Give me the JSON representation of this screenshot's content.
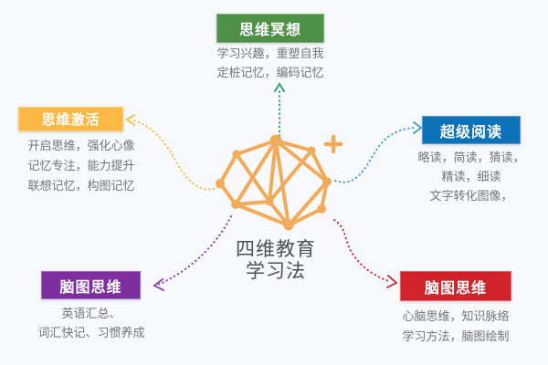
{
  "background": "#f8f9fc",
  "diagram": {
    "title": {
      "line1": "四维教育",
      "line2": "学习法",
      "color": "#4a505a"
    },
    "center_icon": {
      "name": "brain-network",
      "color": "#f2ab59",
      "plus_color": "#f2ab59"
    }
  },
  "nodes": [
    {
      "id": "meditation",
      "position": "top",
      "label": "思维冥想",
      "color": "#4f9048",
      "arrow_color": "#2ba36e",
      "desc": [
        "学习兴趣，重塑自我",
        "定桩记忆，编码记忆"
      ]
    },
    {
      "id": "activation",
      "position": "left",
      "label": "思维激活",
      "color": "#fcb845",
      "arrow_color": "#f7bc4f",
      "desc": [
        "开启思维，强化心像",
        "记忆专注，能力提升",
        "联想记忆，构图记忆"
      ]
    },
    {
      "id": "super-reading",
      "position": "right",
      "label": "超级阅读",
      "color": "#0e72b9",
      "arrow_color": "#48a1ca",
      "desc": [
        "略读，简读，猜读，",
        "精读，细读",
        "文字转化图像，"
      ]
    },
    {
      "id": "mindmap-left",
      "position": "bottom-left",
      "label": "脑图思维",
      "color": "#7d2fa0",
      "arrow_color": "#8b50a9",
      "desc": [
        "英语汇总、",
        "词汇快记、习惯养成"
      ]
    },
    {
      "id": "mindmap-right",
      "position": "bottom-right",
      "label": "脑图思维",
      "color": "#d1232b",
      "arrow_color": "#c33b44",
      "desc": [
        "心脑思维，知识脉络",
        "学习方法，脑图绘制"
      ]
    }
  ]
}
